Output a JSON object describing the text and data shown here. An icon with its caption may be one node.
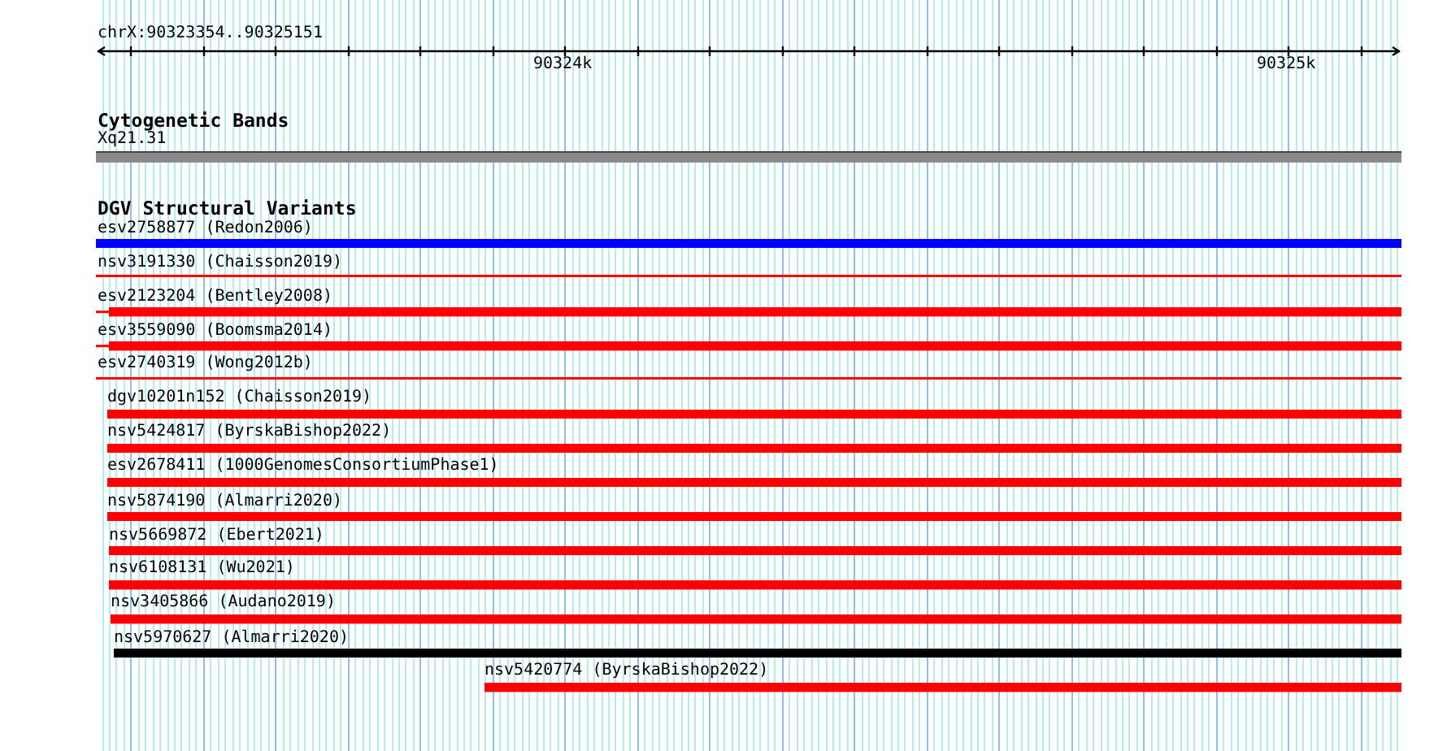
{
  "diagram": {
    "nodes": [
      {
        "text": [
          "Xq21.31"
        ]
      },
      {
        "text": [
          "esv2758877 (Redon2006)"
        ]
      },
      {
        "text": [
          "nsv3191330 (Chaisson2019)"
        ]
      },
      {
        "text": [
          "esv2123204 (Bentley2008)"
        ]
      },
      {
        "text": [
          "esv3559090 (Boomsma2014)"
        ]
      },
      {
        "text": [
          "esv2740319 (Wong2012b)"
        ]
      },
      {
        "text": [
          "dgv10201n152 (Chaisson2019)"
        ]
      },
      {
        "text": [
          "nsv5424817 (ByrskaBishop2022)"
        ]
      },
      {
        "text": [
          "esv2678411 (1000GenomesConsortiumPhase1)"
        ]
      },
      {
        "text": [
          "nsv5874190 (Almarri2020)"
        ]
      },
      {
        "text": [
          "nsv5669872 (Ebert2021)"
        ]
      },
      {
        "text": [
          "nsv6108131 (Wu2021)"
        ]
      },
      {
        "text": [
          "nsv3405866 (Audano2019)"
        ]
      },
      {
        "text": [
          "nsv5970627 (Almarri2020)"
        ]
      },
      {
        "text": [
          "nsv5420774 (ByrskaBishop2022)"
        ]
      }
    ],
    "labels": [
      "chrX:90323354..90325151",
      "90324k",
      "90325k",
      "Cytogenetic Bands",
      "DGV Structural Variants"
    ]
  }
}
